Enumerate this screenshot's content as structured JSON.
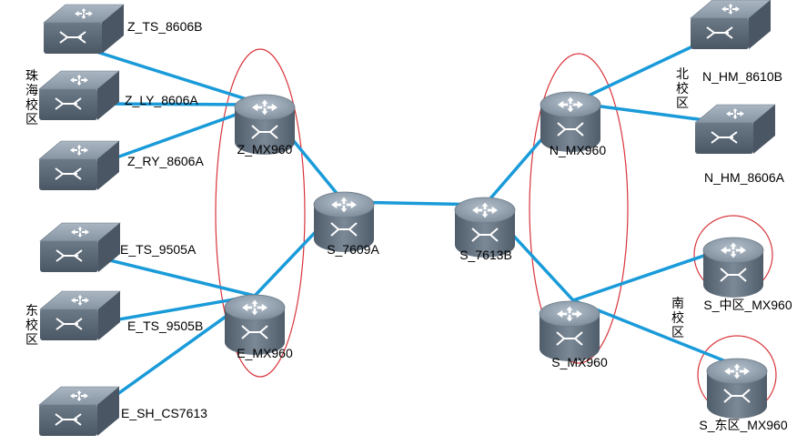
{
  "colors": {
    "link": "#1a9bd9",
    "ellipse": "#d8343a",
    "device_top": "#9aa7b4",
    "device_side": "#5a6775",
    "device_icon": "#ffffff"
  },
  "campuses": [
    {
      "id": "zhuhai",
      "label": "珠海校区"
    },
    {
      "id": "dong",
      "label": "东校区"
    },
    {
      "id": "bei",
      "label": "北校区"
    },
    {
      "id": "nan",
      "label": "南校区"
    }
  ],
  "devices": [
    {
      "id": "Z_TS_8606B",
      "type": "switch-icon",
      "label": "Z_TS_8606B"
    },
    {
      "id": "Z_LY_8606A",
      "type": "switch-icon",
      "label": "Z_LY_8606A"
    },
    {
      "id": "Z_RY_8606A",
      "type": "switch-icon",
      "label": "Z_RY_8606A"
    },
    {
      "id": "E_TS_9505A",
      "type": "switch-icon",
      "label": "E_TS_9505A"
    },
    {
      "id": "E_TS_9505B",
      "type": "switch-icon",
      "label": "E_TS_9505B"
    },
    {
      "id": "E_SH_CS7613",
      "type": "switch-icon",
      "label": "E_SH_CS7613"
    },
    {
      "id": "Z_MX960",
      "type": "router-icon",
      "label": "Z_MX960"
    },
    {
      "id": "E_MX960",
      "type": "router-icon",
      "label": "E_MX960"
    },
    {
      "id": "S_7609A",
      "type": "router-icon",
      "label": "S_7609A"
    },
    {
      "id": "S_7613B",
      "type": "router-icon",
      "label": "S_7613B"
    },
    {
      "id": "N_MX960",
      "type": "router-icon",
      "label": "N_MX960"
    },
    {
      "id": "S_MX960",
      "type": "router-icon",
      "label": "S_MX960"
    },
    {
      "id": "N_HM_8610B",
      "type": "switch-icon",
      "label": "N_HM_8610B"
    },
    {
      "id": "N_HM_8606A",
      "type": "switch-icon",
      "label": "N_HM_8606A"
    },
    {
      "id": "S_zhong_MX960",
      "type": "router-icon",
      "label": "S_中区_MX960"
    },
    {
      "id": "S_dong_MX960",
      "type": "router-icon",
      "label": "S_东区_MX960"
    }
  ],
  "links": [
    [
      "Z_TS_8606B",
      "Z_MX960"
    ],
    [
      "Z_LY_8606A",
      "Z_MX960"
    ],
    [
      "Z_RY_8606A",
      "Z_MX960"
    ],
    [
      "Z_MX960",
      "S_7609A"
    ],
    [
      "E_TS_9505A",
      "E_MX960"
    ],
    [
      "E_TS_9505B",
      "E_MX960"
    ],
    [
      "E_SH_CS7613",
      "E_MX960"
    ],
    [
      "E_MX960",
      "S_7609A"
    ],
    [
      "S_7609A",
      "S_7613B"
    ],
    [
      "S_7613B",
      "N_MX960"
    ],
    [
      "S_7613B",
      "S_MX960"
    ],
    [
      "N_MX960",
      "N_HM_8610B"
    ],
    [
      "N_MX960",
      "N_HM_8606A"
    ],
    [
      "S_MX960",
      "S_zhong_MX960"
    ],
    [
      "S_MX960",
      "S_dong_MX960"
    ]
  ]
}
